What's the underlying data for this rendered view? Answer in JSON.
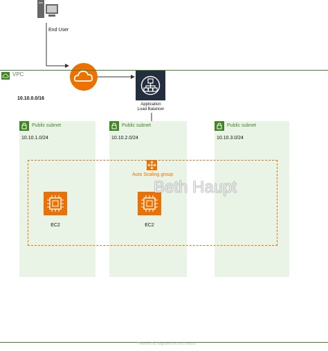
{
  "end_user": {
    "label": "End User"
  },
  "vpc": {
    "label": "VPC",
    "cidr": "10.10.0.0/16",
    "accent": "#3f8624"
  },
  "load_balancer": {
    "label_line1": "Application",
    "label_line2": "Load Balancer"
  },
  "subnets": [
    {
      "label": "Public subnet",
      "cidr": "10.10.1.0/24"
    },
    {
      "label": "Public subnet",
      "cidr": "10.10.2.0/24"
    },
    {
      "label": "Public subnet",
      "cidr": "10.10.3.0/24"
    }
  ],
  "auto_scaling_group": {
    "label": "Auto Scaling group",
    "accent": "#ed7100"
  },
  "instances": [
    {
      "label": "EC2"
    },
    {
      "label": "EC2"
    }
  ],
  "watermark": "Beth Haupt",
  "footer": "Powered by diagrams.net and draw.io"
}
